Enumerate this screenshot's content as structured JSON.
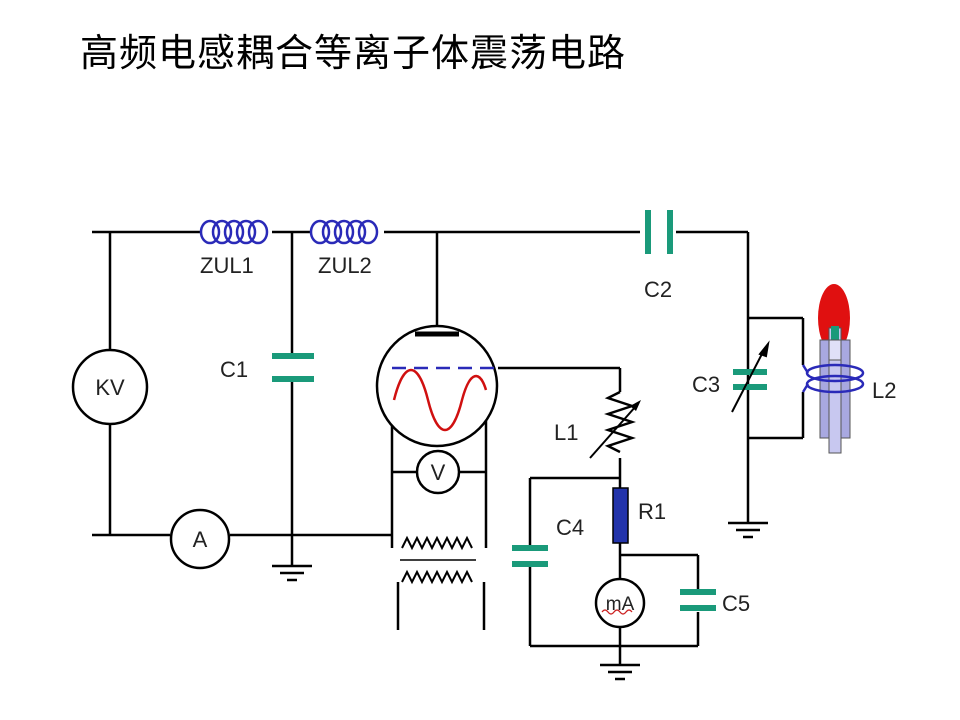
{
  "title": "高频电感耦合等离子体震荡电路",
  "labels": {
    "zul1": "ZUL1",
    "zul2": "ZUL2",
    "c1": "C1",
    "c2": "C2",
    "c3": "C3",
    "c4": "C4",
    "c5": "C5",
    "l1": "L1",
    "l2": "L2",
    "r1": "R1"
  },
  "meters": {
    "kv": "KV",
    "a": "A",
    "v": "V",
    "ma": "mA"
  },
  "colors": {
    "wire": "#000000",
    "capacitor": "#1a9a7a",
    "coil": "#2a2ab8",
    "resistor": "#2233aa",
    "filament": "#d01010",
    "flame": "#e01010",
    "torch": "#a8a8e0"
  }
}
